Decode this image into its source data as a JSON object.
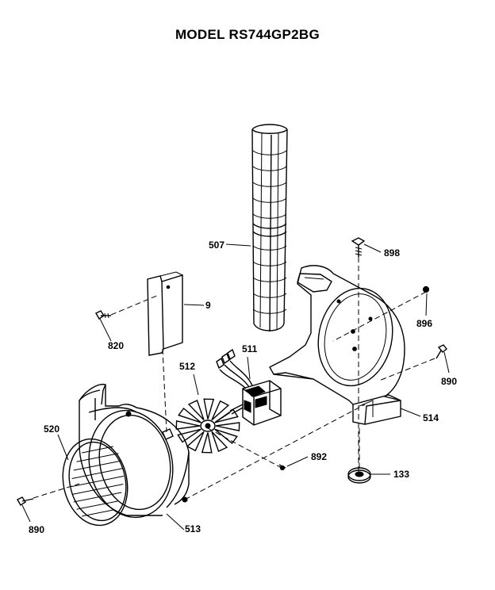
{
  "title": "MODEL RS744GP2BG",
  "parts": [
    {
      "id": "duct",
      "label": "507"
    },
    {
      "id": "screw-top",
      "label": "898"
    },
    {
      "id": "nut",
      "label": "896"
    },
    {
      "id": "cover",
      "label": "9"
    },
    {
      "id": "screw-left",
      "label": "820"
    },
    {
      "id": "motor",
      "label": "511"
    },
    {
      "id": "fan",
      "label": "512"
    },
    {
      "id": "screw-right",
      "label": "890"
    },
    {
      "id": "bracket",
      "label": "514"
    },
    {
      "id": "housing-front",
      "label": "520"
    },
    {
      "id": "screw-center",
      "label": "892"
    },
    {
      "id": "grommet",
      "label": "133"
    },
    {
      "id": "screw-bottom-left",
      "label": "890"
    },
    {
      "id": "housing",
      "label": "513"
    }
  ]
}
